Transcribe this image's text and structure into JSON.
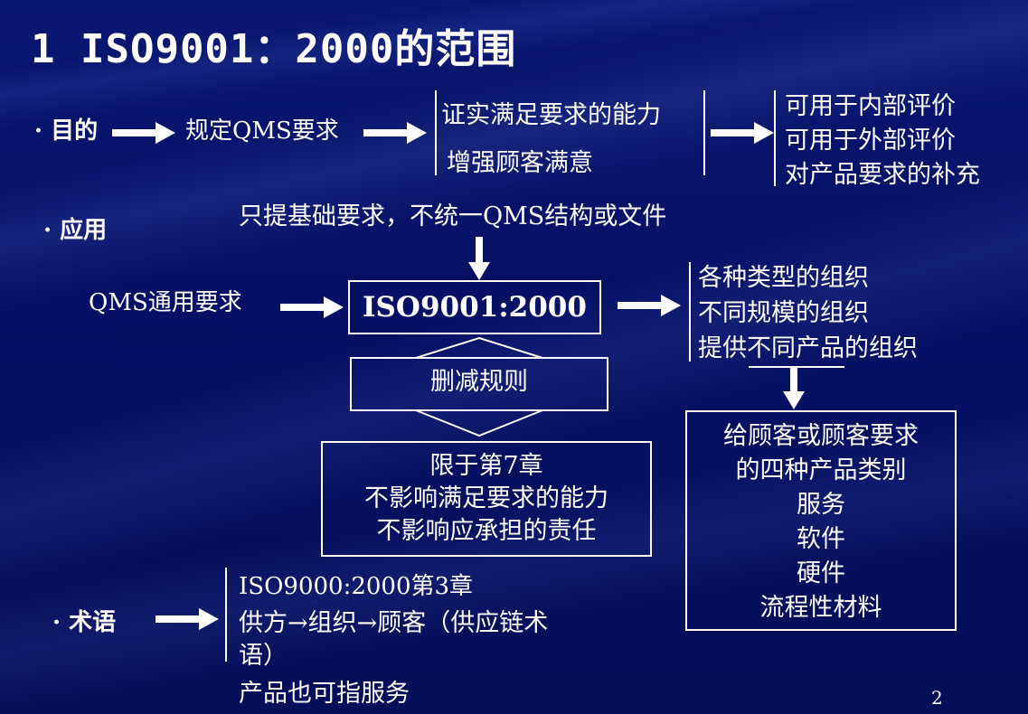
{
  "title": "1 ISO9001：2000的范围",
  "purpose": {
    "label": "· 目的",
    "spec": "规定QMS要求",
    "goals": [
      "证实满足要求的能力",
      "增强顾客满意"
    ],
    "uses": [
      "可用于内部评价",
      "可用于外部评价",
      "对产品要求的补充"
    ]
  },
  "application": {
    "label": "· 应用",
    "basic": "只提基础要求，不统一QMS结构或文件",
    "input": "QMS通用要求",
    "standard": "ISO9001:2000",
    "orgs": [
      "各种类型的组织",
      "不同规模的组织",
      "提供不同产品的组织"
    ],
    "reduction": "删减规则",
    "limits": [
      "限于第7章",
      "不影响满足要求的能力",
      "不影响应承担的责任"
    ],
    "products": [
      "给顾客或顾客要求",
      "的四种产品类别",
      "服务",
      "软件",
      "硬件",
      "流程性材料"
    ]
  },
  "terms": {
    "label": "·  术语",
    "lines": [
      "ISO9000:2000第3章",
      "供方→组织→顾客（供应链术",
      "语）",
      "产品也可指服务"
    ]
  },
  "page_number": "2"
}
